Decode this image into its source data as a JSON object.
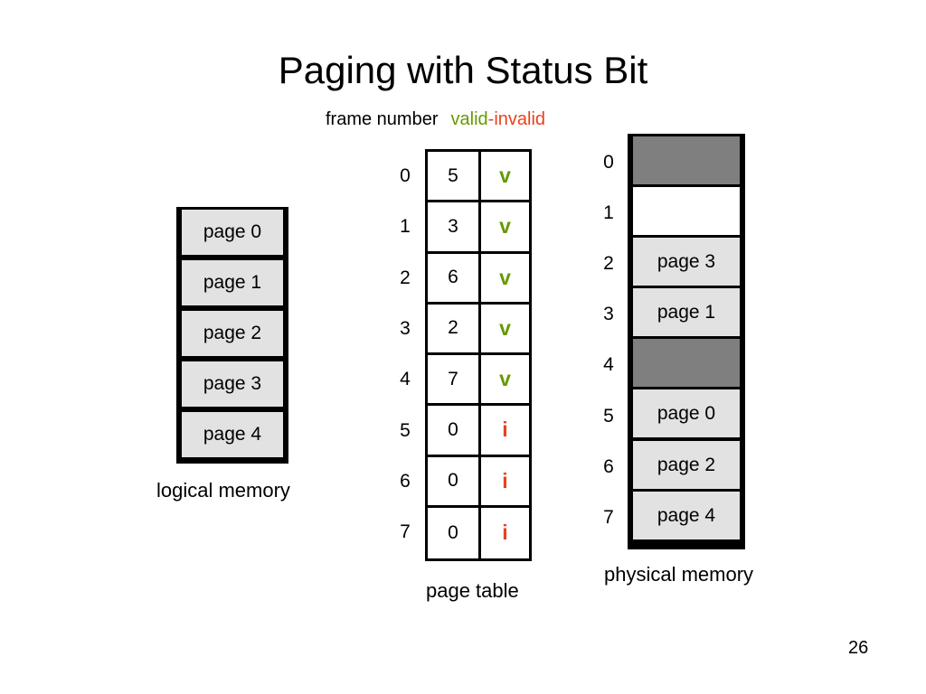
{
  "title": "Paging with Status Bit",
  "header": {
    "frame_number_label": "frame number",
    "valid_label": "valid",
    "separator": "-",
    "invalid_label": "invalid",
    "valid_color": "#669900",
    "invalid_color": "#e8421d"
  },
  "logical_memory": {
    "caption": "logical memory",
    "pages": [
      "page 0",
      "page 1",
      "page 2",
      "page 3",
      "page 4"
    ]
  },
  "page_table": {
    "caption": "page table",
    "rows": [
      {
        "index": "0",
        "frame": "5",
        "bit": "v"
      },
      {
        "index": "1",
        "frame": "3",
        "bit": "v"
      },
      {
        "index": "2",
        "frame": "6",
        "bit": "v"
      },
      {
        "index": "3",
        "frame": "2",
        "bit": "v"
      },
      {
        "index": "4",
        "frame": "7",
        "bit": "v"
      },
      {
        "index": "5",
        "frame": "0",
        "bit": "i"
      },
      {
        "index": "6",
        "frame": "0",
        "bit": "i"
      },
      {
        "index": "7",
        "frame": "0",
        "bit": "i"
      }
    ]
  },
  "physical_memory": {
    "caption": "physical memory",
    "frames": [
      {
        "index": "0",
        "label": "",
        "state": "reserved"
      },
      {
        "index": "1",
        "label": "",
        "state": "empty"
      },
      {
        "index": "2",
        "label": "page 3",
        "state": "used"
      },
      {
        "index": "3",
        "label": "page 1",
        "state": "used"
      },
      {
        "index": "4",
        "label": "",
        "state": "reserved"
      },
      {
        "index": "5",
        "label": "page 0",
        "state": "used"
      },
      {
        "index": "6",
        "label": "page 2",
        "state": "used"
      },
      {
        "index": "7",
        "label": "page 4",
        "state": "used"
      }
    ]
  },
  "slide_number": "26"
}
